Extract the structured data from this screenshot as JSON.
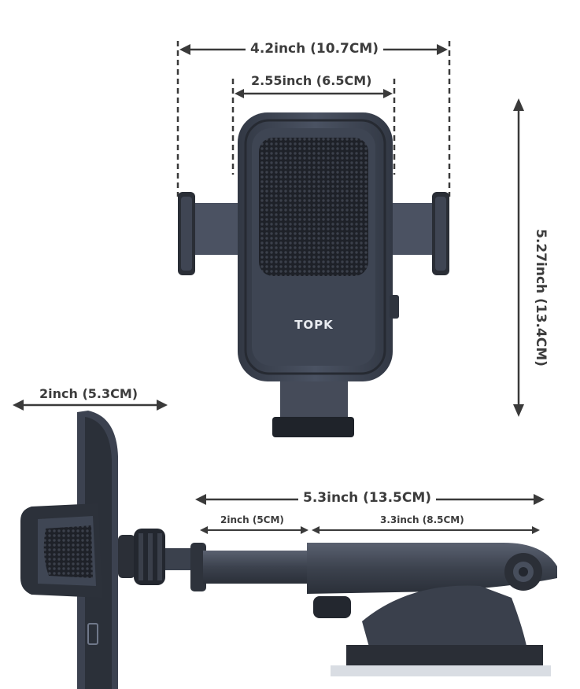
{
  "brand": {
    "logo_text": "TOPK"
  },
  "dimensions": {
    "outer_width": "4.2inch (10.7CM)",
    "inner_width": "2.55inch (6.5CM)",
    "height": "5.27inch (13.4CM)",
    "depth": "2inch (5.3CM)",
    "arm_total": "5.3inch (13.5CM)",
    "arm_extension": "2inch (5CM)",
    "arm_base": "3.3inch (8.5CM)"
  },
  "colors": {
    "body": "#3d4452",
    "dark": "#23272f",
    "dimension_line": "#3a3a3a"
  }
}
